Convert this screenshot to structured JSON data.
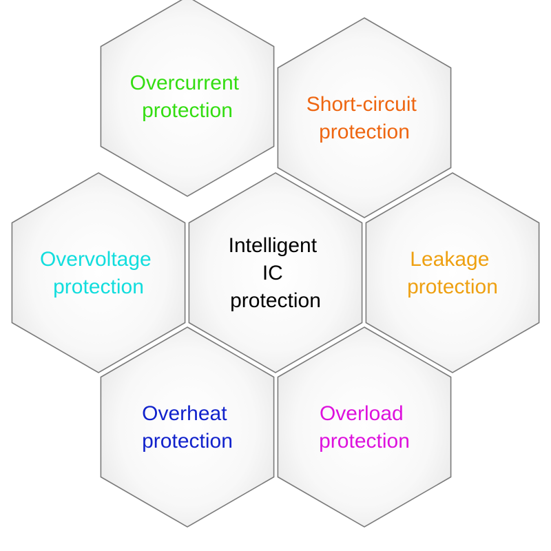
{
  "cells": [
    {
      "id": "overcurrent",
      "lines": [
        "Overcurrent",
        "protection"
      ],
      "color": "#33dd11"
    },
    {
      "id": "short-circuit",
      "lines": [
        "Short-circuit",
        "protection"
      ],
      "color": "#ee6611"
    },
    {
      "id": "overvoltage",
      "lines": [
        "Overvoltage",
        "protection"
      ],
      "color": "#11dddd"
    },
    {
      "id": "intelligent-ic",
      "lines": [
        "Intelligent",
        "IC",
        "protection"
      ],
      "color": "#000000"
    },
    {
      "id": "leakage",
      "lines": [
        "Leakage",
        "protection"
      ],
      "color": "#eea011"
    },
    {
      "id": "overheat",
      "lines": [
        "Overheat",
        "protection"
      ],
      "color": "#1122cc"
    },
    {
      "id": "overload",
      "lines": [
        "Overload",
        "protection"
      ],
      "color": "#dd11dd"
    }
  ]
}
